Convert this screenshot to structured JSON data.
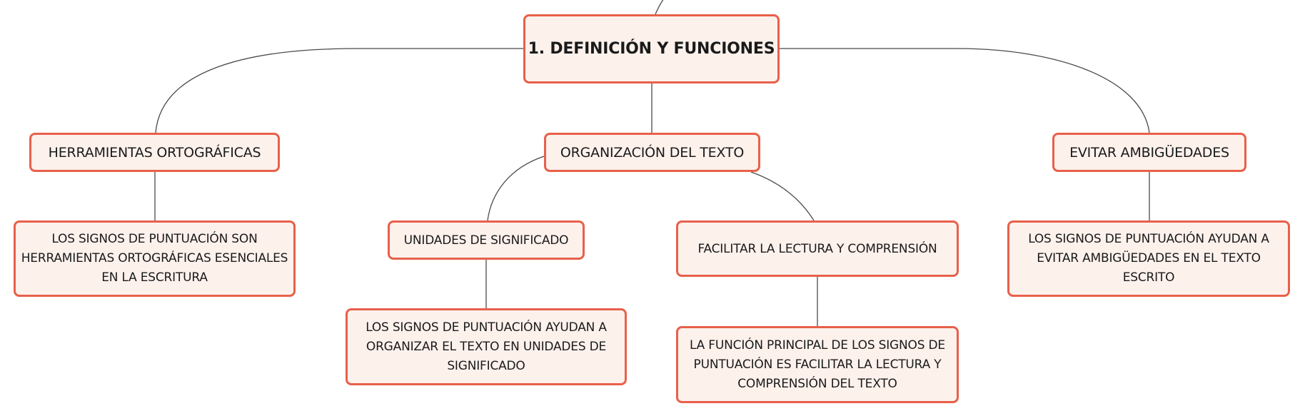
{
  "root": {
    "label": "1. DEFINICIÓN Y FUNCIONES"
  },
  "branches": {
    "herramientas": {
      "label": "HERRAMIENTAS ORTOGRÁFICAS",
      "detail": "LOS SIGNOS DE PUNTUACIÓN SON\nHERRAMIENTAS ORTOGRÁFICAS ESENCIALES\nEN LA ESCRITURA"
    },
    "organizacion": {
      "label": "ORGANIZACIÓN DEL TEXTO",
      "children": {
        "unidades": {
          "label": "UNIDADES DE SIGNIFICADO",
          "detail": "LOS SIGNOS DE PUNTUACIÓN AYUDAN A\nORGANIZAR EL TEXTO EN UNIDADES DE\nSIGNIFICADO"
        },
        "facilitar": {
          "label": "FACILITAR LA LECTURA Y COMPRENSIÓN",
          "detail": "LA FUNCIÓN PRINCIPAL DE LOS SIGNOS DE\nPUNTUACIÓN ES FACILITAR LA LECTURA Y\nCOMPRENSIÓN DEL TEXTO"
        }
      }
    },
    "ambiguedades": {
      "label": "EVITAR AMBIGÜEDADES",
      "detail": "LOS SIGNOS DE PUNTUACIÓN AYUDAN A\nEVITAR AMBIGÜEDADES EN EL TEXTO\nESCRITO"
    }
  },
  "colors": {
    "node_border": "#e8604a",
    "node_fill": "#fdf1ec",
    "connector": "#4a4a4a",
    "text": "#1a1a1a"
  }
}
